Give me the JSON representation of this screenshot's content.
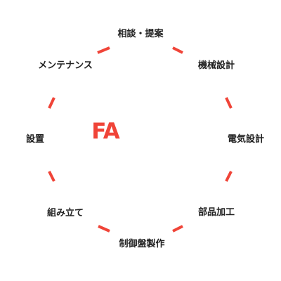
{
  "center": {
    "label": "FA"
  },
  "steps": [
    {
      "label": "相談・提案"
    },
    {
      "label": "機械設計"
    },
    {
      "label": "電気設計"
    },
    {
      "label": "部品加工"
    },
    {
      "label": "制御盤製作"
    },
    {
      "label": "組み立て"
    },
    {
      "label": "設置"
    },
    {
      "label": "メンテナンス"
    }
  ],
  "colors": {
    "accent": "#f04438",
    "text": "#222222"
  }
}
